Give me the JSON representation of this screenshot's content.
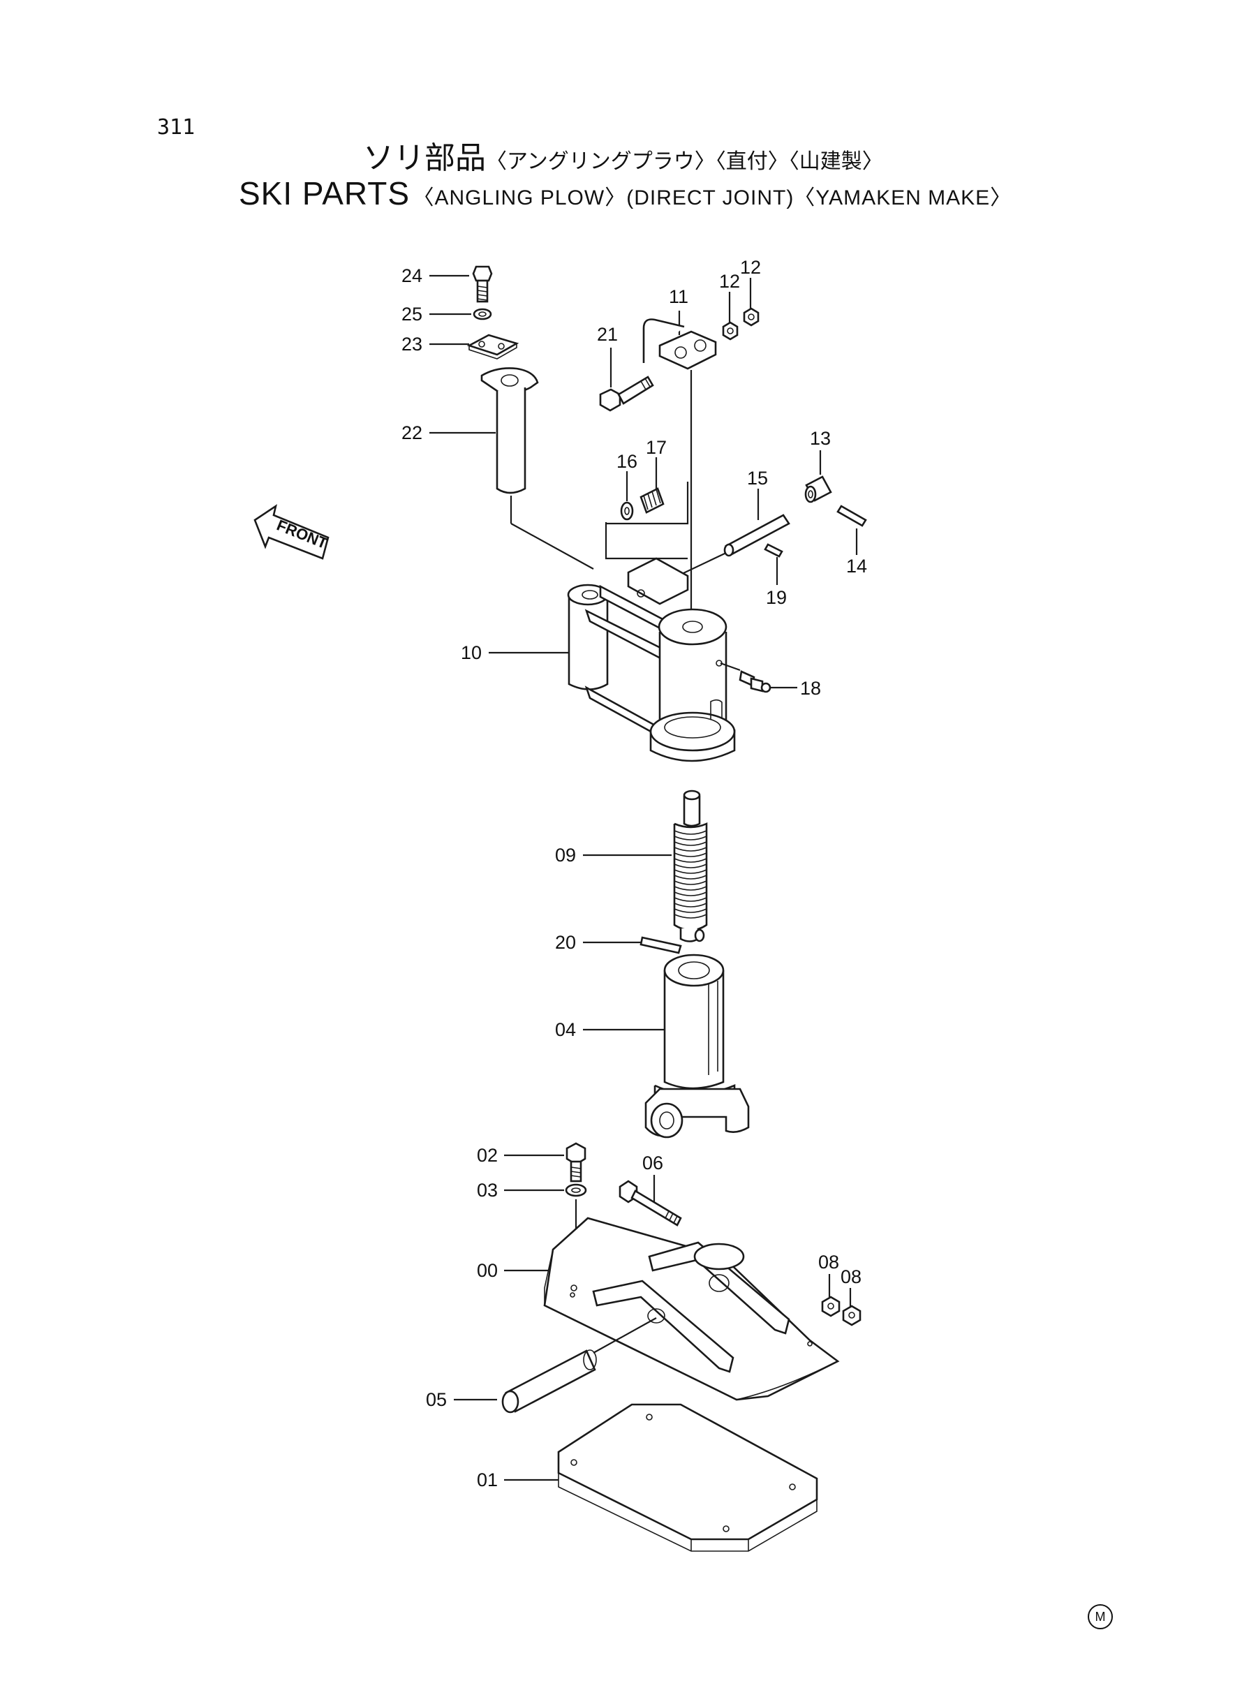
{
  "page_number": "311",
  "title_jp": {
    "main": "ソリ部品",
    "sub": "〈アングリングプラウ〉〈直付〉〈山建製〉"
  },
  "title_en": {
    "main": "SKI PARTS",
    "sub": "〈ANGLING PLOW〉(DIRECT JOINT)〈YAMAKEN MAKE〉"
  },
  "front_label": "FRONT",
  "make_mark": "M",
  "part_labels": {
    "p24": "24",
    "p25": "25",
    "p23": "23",
    "p22": "22",
    "p21": "21",
    "p11": "11",
    "p12a": "12",
    "p12b": "12",
    "p16": "16",
    "p17": "17",
    "p15": "15",
    "p13": "13",
    "p14": "14",
    "p19": "19",
    "p10": "10",
    "p18": "18",
    "p09": "09",
    "p20": "20",
    "p04": "04",
    "p02": "02",
    "p03": "03",
    "p06": "06",
    "p00": "00",
    "p08a": "08",
    "p08b": "08",
    "p05": "05",
    "p01": "01"
  }
}
